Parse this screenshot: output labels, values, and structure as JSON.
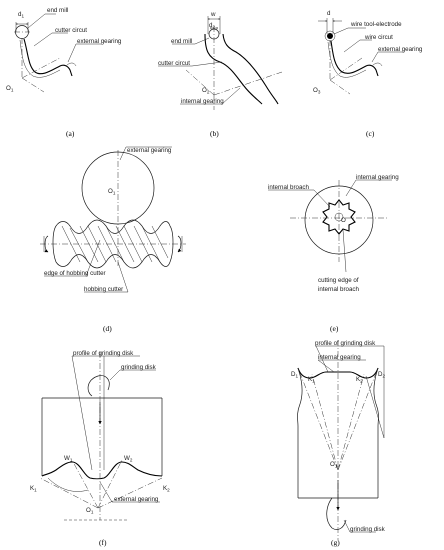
{
  "panel_a": {
    "caption": "(a)",
    "d1": "d",
    "d1_sub": "1",
    "end_mill": "end mill",
    "cutter_circut": "cutter circut",
    "external_gearing": "external gearing",
    "origin": "O",
    "origin_sub": "1"
  },
  "panel_b": {
    "caption": "(b)",
    "w": "w",
    "d2": "d",
    "d2_sub": "2",
    "end_mill": "end mill",
    "cutter_circut": "cutter circut",
    "origin": "O",
    "origin_sub": "2",
    "internal_gearing": "internal gearing"
  },
  "panel_c": {
    "caption": "(c)",
    "d": "d",
    "wire_tool_electrode": "wire tool-electrode",
    "wire_circut": "wire circut",
    "external_gearing": "external gearing",
    "origin": "O",
    "origin_sub": "3"
  },
  "panel_d": {
    "caption": "(d)",
    "external_gearing": "external gearing",
    "origin": "O",
    "origin_sub": "1",
    "edge_of_hobbing_cutter": "edge of hobbing cutter",
    "hobbing_cutter": "hobbing cutter"
  },
  "panel_e": {
    "caption": "(e)",
    "internal_broach": "internal broach",
    "internal_gearing": "internal gearing",
    "origin": "O",
    "cutting_edge_line1": "cutting edge of",
    "cutting_edge_line2": "internal broach"
  },
  "panel_f": {
    "caption": "(f)",
    "profile_of_grinding_disk": "profile of grinding disk",
    "grinding_disk": "grinding disk",
    "K1": "K",
    "K1_sub": "1",
    "W1": "W",
    "W1_sub": "1",
    "W2": "W",
    "W2_sub": "2",
    "K2": "K",
    "K2_sub": "2",
    "external_gearing": "external gearing",
    "origin": "O",
    "origin_sub": "1"
  },
  "panel_g": {
    "caption": "(g)",
    "profile_of_grinding_disk": "profile of grinding disk",
    "internal_gearing": "internal gearing",
    "D1": "D",
    "D1_sub": "1",
    "K1": "K",
    "K1_sub": "1",
    "K2": "K",
    "K2_sub": "2",
    "D2": "D",
    "D2_sub": "2",
    "origin": "O",
    "origin_sub": "1",
    "grinding_disk": "grinding disk"
  }
}
